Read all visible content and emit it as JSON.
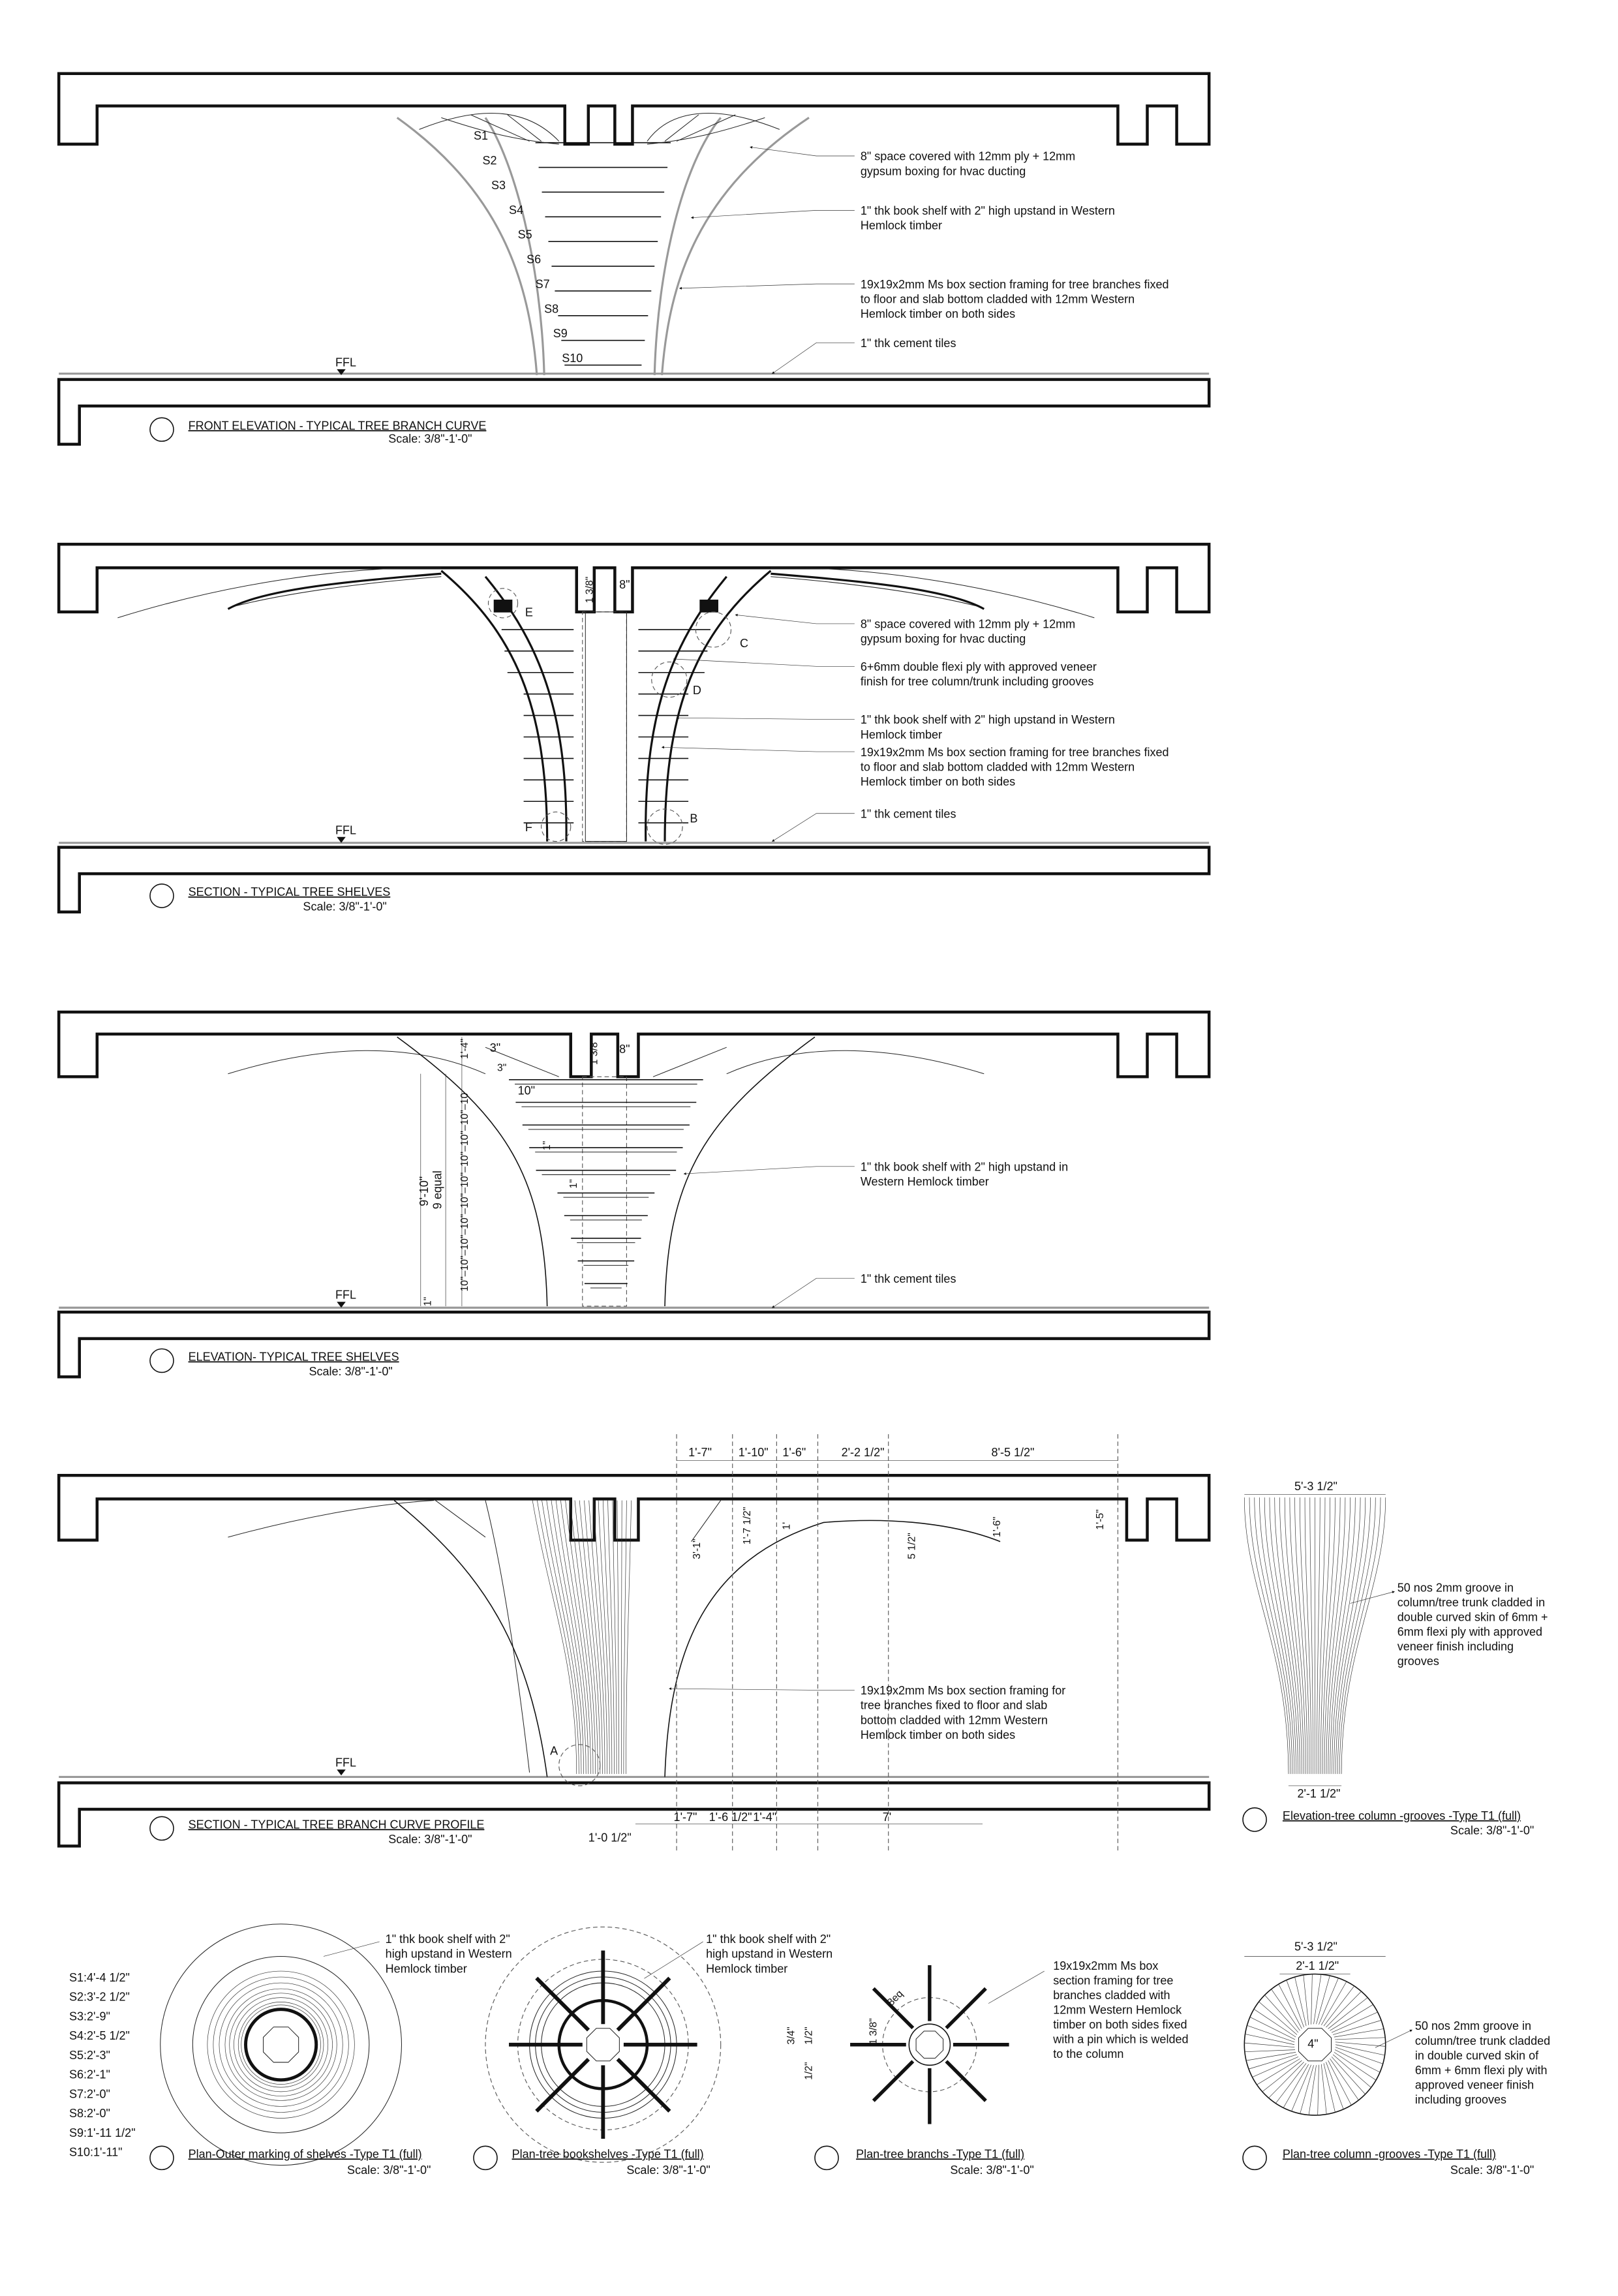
{
  "views": {
    "front": {
      "title": "FRONT ELEVATION - TYPICAL TREE BRANCH CURVE",
      "scale": "Scale: 3/8\"-1'-0\"",
      "ffl": "FFL",
      "shelf_tags": [
        "S1",
        "S2",
        "S3",
        "S4",
        "S5",
        "S6",
        "S7",
        "S8",
        "S9",
        "S10"
      ],
      "notes": [
        [
          "8\" space covered with 12mm ply + 12mm",
          "gypsum boxing for hvac ducting"
        ],
        [
          "1\" thk book shelf with 2\" high upstand in Western",
          "Hemlock timber"
        ],
        [
          "19x19x2mm Ms box section framing for tree branches fixed",
          "to floor and slab bottom cladded with 12mm Western",
          "Hemlock timber on both sides"
        ],
        [
          "1\" thk cement tiles"
        ]
      ]
    },
    "section": {
      "title": "SECTION - TYPICAL TREE SHELVES",
      "scale": "Scale: 3/8\"-1'-0\"",
      "ffl": "FFL",
      "detail_tags": [
        "E",
        "C",
        "D",
        "F",
        "B"
      ],
      "dim_top": "8\"",
      "dim_side": "1 3/8\"",
      "notes": [
        [
          "8\" space covered with 12mm ply + 12mm",
          "gypsum boxing for hvac ducting"
        ],
        [
          "6+6mm double flexi ply with approved veneer",
          "finish for tree column/trunk including grooves"
        ],
        [
          "1\" thk book shelf with 2\" high upstand in Western",
          "Hemlock timber"
        ],
        [
          "19x19x2mm Ms box section framing for tree branches fixed",
          "to floor and slab bottom cladded with 12mm Western",
          "Hemlock timber on both sides"
        ],
        [
          "1\" thk cement tiles"
        ]
      ]
    },
    "elevation": {
      "title": "ELEVATION- TYPICAL TREE SHELVES",
      "scale": "Scale: 3/8\"-1'-0\"",
      "ffl": "FFL",
      "dims": {
        "d_1_4": "1'-4\"",
        "d_3a": "3\"",
        "d_3b": "3\"",
        "d_1_3_8": "1 3/8\"",
        "d_8": "8\"",
        "d_10": "10\"",
        "d_1a": "1\"",
        "d_1b": "1\"",
        "d_9_10": "9'-10\"",
        "d_9equal": "9 equal",
        "d_1_bottom": "1\"",
        "d_chain": "10\"–10\"–10\"–10\"–10\"–10\"–10\"–10\"–10\"–10"
      },
      "notes": [
        [
          "1\" thk book shelf with 2\" high upstand in",
          "Western Hemlock timber"
        ],
        [
          "1\" thk cement tiles"
        ]
      ]
    },
    "profile": {
      "title": "SECTION - TYPICAL TREE BRANCH CURVE PROFILE",
      "scale": "Scale: 3/8\"-1'-0\"",
      "ffl": "FFL",
      "tag": "A",
      "top_dims": [
        "1'-7\"",
        "1'-10\"",
        "1'-6\"",
        "2'-2 1/2\"",
        "8'-5 1/2\""
      ],
      "vert_dims": [
        "3'-1\"",
        "1'-7 1/2\"",
        "1'",
        "5 1/2\"",
        "1'-6\"",
        "1'-5\""
      ],
      "bottom_dims": [
        "1'-0 1/2\"",
        "1'-7\"",
        "1'-6 1/2\"",
        "1'-4\"",
        "7'"
      ],
      "note": [
        "19x19x2mm Ms box section framing for",
        "tree branches fixed to floor and slab",
        "bottom cladded with 12mm Western",
        "Hemlock timber on both sides"
      ]
    },
    "column_elev": {
      "title": "Elevation-tree column -grooves -Type T1 (full)",
      "scale": "Scale: 3/8\"-1'-0\"",
      "dim_top": "5'-3 1/2\"",
      "dim_bottom": "2'-1 1/2\"",
      "note": [
        "50 nos 2mm groove in",
        "column/tree trunk cladded in",
        "double curved skin of 6mm +",
        "6mm flexi ply with approved",
        "veneer finish including",
        "grooves"
      ]
    },
    "plan_outer": {
      "title": "Plan-Outer marking of shelves -Type T1 (full)",
      "scale": "Scale: 3/8\"-1'-0\"",
      "schedule": [
        "S1:4'-4 1/2\"",
        "S2:3'-2 1/2\"",
        "S3:2'-9\"",
        "S4:2'-5 1/2\"",
        "S5:2'-3\"",
        "S6:2'-1\"",
        "S7:2'-0\"",
        "S8:2'-0\"",
        "S9:1'-11 1/2\"",
        "S10:1'-11\""
      ],
      "note": [
        "1\" thk book shelf with 2\"",
        "high upstand in Western",
        "Hemlock timber"
      ]
    },
    "plan_shelves": {
      "title": "Plan-tree bookshelves -Type T1 (full)",
      "scale": "Scale: 3/8\"-1'-0\"",
      "note": [
        "1\" thk book shelf with 2\"",
        "high upstand in Western",
        "Hemlock timber"
      ]
    },
    "plan_branch": {
      "title": "Plan-tree branchs -Type T1 (full)",
      "scale": "Scale: 3/8\"-1'-0\"",
      "dims": [
        "8eq",
        "1 3/8\"",
        "3/4\"",
        "1/2\"",
        "1/2\""
      ],
      "note": [
        "19x19x2mm Ms box",
        "section framing for tree",
        "branches cladded with",
        "12mm Western Hemlock",
        "timber on both sides fixed",
        "with a pin which is welded",
        "to the column"
      ]
    },
    "plan_grooves": {
      "title": "Plan-tree column -grooves -Type T1 (full)",
      "scale": "Scale: 3/8\"-1'-0\"",
      "dim_top": "5'-3 1/2\"",
      "dim_inner": "2'-1 1/2\"",
      "center_dim": "4\"",
      "note": [
        "50 nos 2mm groove in",
        "column/tree trunk cladded",
        "in double curved skin of",
        "6mm + 6mm flexi ply with",
        "approved veneer finish",
        "including grooves"
      ]
    }
  }
}
